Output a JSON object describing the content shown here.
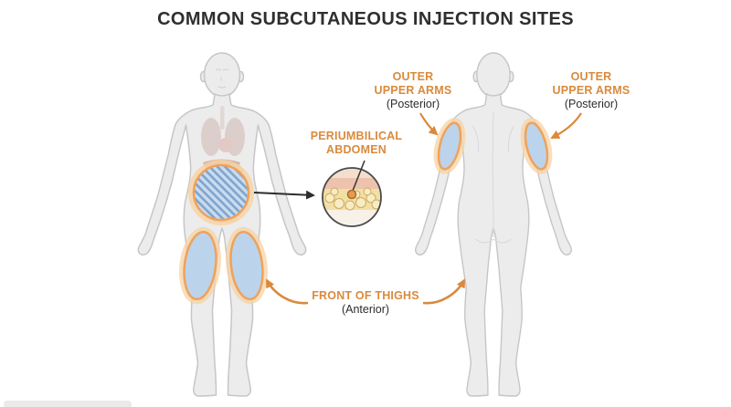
{
  "title": "COMMON SUBCUTANEOUS INJECTION SITES",
  "labels": {
    "periumbilical": {
      "line1": "PERIUMBILICAL",
      "line2": "ABDOMEN"
    },
    "outer_arms_left": {
      "line1": "OUTER",
      "line2": "UPPER ARMS",
      "sub": "(Posterior)"
    },
    "outer_arms_right": {
      "line1": "OUTER",
      "line2": "UPPER ARMS",
      "sub": "(Posterior)"
    },
    "thighs": {
      "line1": "FRONT OF THIGHS",
      "sub": "(Anterior)"
    }
  },
  "figures": {
    "front": "anterior-body-figure",
    "back": "posterior-body-figure",
    "inset": "skin-cross-section-magnifier"
  },
  "colors": {
    "accent_orange": "#D98A3C",
    "site_fill_blue": "#BBD4EC",
    "site_ring_orange": "#EFA25C",
    "site_glow": "#F6D3A4",
    "hatch_blue": "#7FA3CC",
    "body_fill": "#ECECEC",
    "body_outline": "#C6C6C6",
    "text_dark": "#2D2D2D"
  }
}
